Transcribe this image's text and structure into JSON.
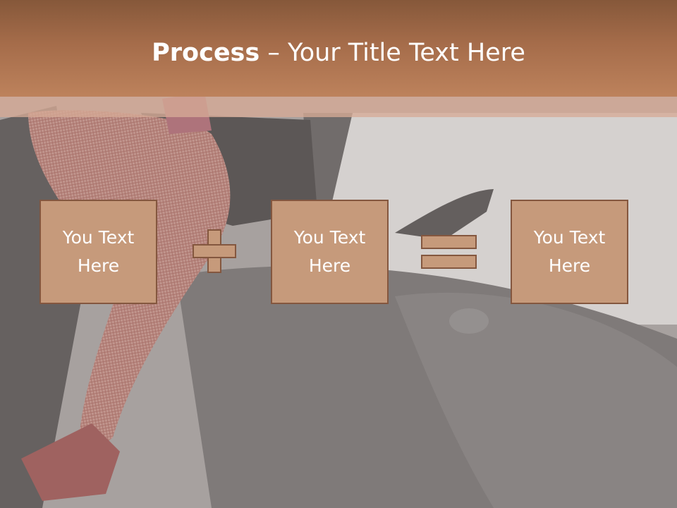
{
  "title": {
    "bold": "Process",
    "rest": " – Your Title Text Here"
  },
  "boxes": [
    {
      "text": "You Text\nHere"
    },
    {
      "text": "You Text\nHere"
    },
    {
      "text": "You Text\nHere"
    }
  ],
  "operators": [
    "plus",
    "equals"
  ],
  "colors": {
    "title_bar": "#a56c4a",
    "box_fill": "#c69a7b",
    "box_border": "#84573f",
    "text": "#ffffff"
  },
  "background": {
    "image": "fishnet-stocking-leg-car-door-photo",
    "description": "muted photo of a leg in red fishnet stockings stepping out of a black car"
  }
}
